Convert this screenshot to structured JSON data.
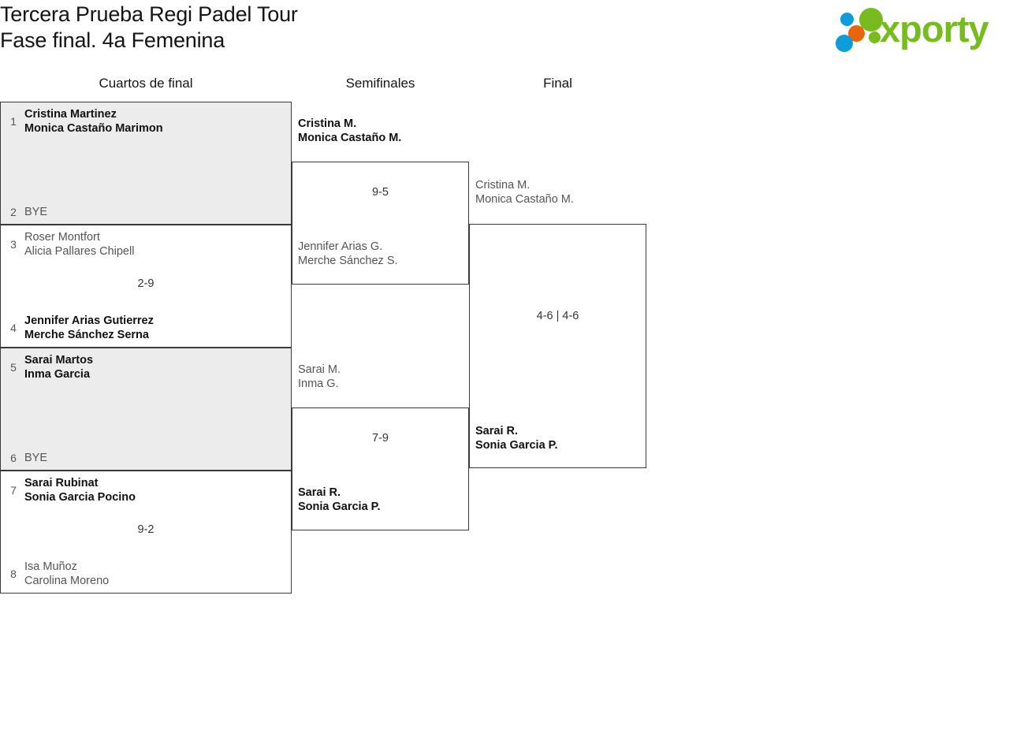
{
  "header": {
    "title_line_1": "Tercera Prueba Regi Padel Tour",
    "title_line_2": "Fase final. 4a Femenina",
    "logo": {
      "wordmark": "xporty",
      "dot_blue": "#0d9ddb",
      "dot_orange": "#e9650d",
      "dot_green": "#77bc1f"
    }
  },
  "colors": {
    "shaded_row": "#ececec",
    "border": "#3a3a3a",
    "winner_text": "#111111",
    "loser_text": "#555555"
  },
  "rounds": [
    {
      "label": "Cuartos de final"
    },
    {
      "label": "Semifinales"
    },
    {
      "label": "Final"
    }
  ],
  "quarterfinals": [
    {
      "shaded": true,
      "score": "",
      "top": {
        "seed": "1",
        "player1": "Cristina Martinez",
        "player2": "Monica Castaño Marimon",
        "result": "winner",
        "bye": false
      },
      "bottom": {
        "seed": "2",
        "bye_label": "BYE",
        "result": "loser",
        "bye": true
      }
    },
    {
      "shaded": false,
      "score": "2-9",
      "top": {
        "seed": "3",
        "player1": "Roser Montfort",
        "player2": "Alicia Pallares Chipell",
        "result": "loser",
        "bye": false
      },
      "bottom": {
        "seed": "4",
        "player1": "Jennifer Arias Gutierrez",
        "player2": "Merche Sánchez Serna",
        "result": "winner",
        "bye": false
      }
    },
    {
      "shaded": true,
      "score": "",
      "top": {
        "seed": "5",
        "player1": "Sarai Martos",
        "player2": "Inma Garcia",
        "result": "winner",
        "bye": false
      },
      "bottom": {
        "seed": "6",
        "bye_label": "BYE",
        "result": "loser",
        "bye": true
      }
    },
    {
      "shaded": false,
      "score": "9-2",
      "top": {
        "seed": "7",
        "player1": "Sarai Rubinat",
        "player2": "Sonia Garcia Pocino",
        "result": "winner",
        "bye": false
      },
      "bottom": {
        "seed": "8",
        "player1": "Isa Muñoz",
        "player2": "Carolina Moreno",
        "result": "loser",
        "bye": false
      }
    }
  ],
  "semifinals": [
    {
      "score": "9-5",
      "top": {
        "player1": "Cristina M.",
        "player2": "Monica Castaño M.",
        "result": "winner"
      },
      "bottom": {
        "player1": "Jennifer Arias G.",
        "player2": "Merche Sánchez S.",
        "result": "loser"
      }
    },
    {
      "score": "7-9",
      "top": {
        "player1": "Sarai M.",
        "player2": "Inma G.",
        "result": "loser"
      },
      "bottom": {
        "player1": "Sarai R.",
        "player2": "Sonia Garcia P.",
        "result": "winner"
      }
    }
  ],
  "final": {
    "score": "4-6 | 4-6",
    "top": {
      "player1": "Cristina M.",
      "player2": "Monica Castaño M.",
      "result": "loser"
    },
    "bottom": {
      "player1": "Sarai R.",
      "player2": "Sonia Garcia P.",
      "result": "winner"
    }
  }
}
